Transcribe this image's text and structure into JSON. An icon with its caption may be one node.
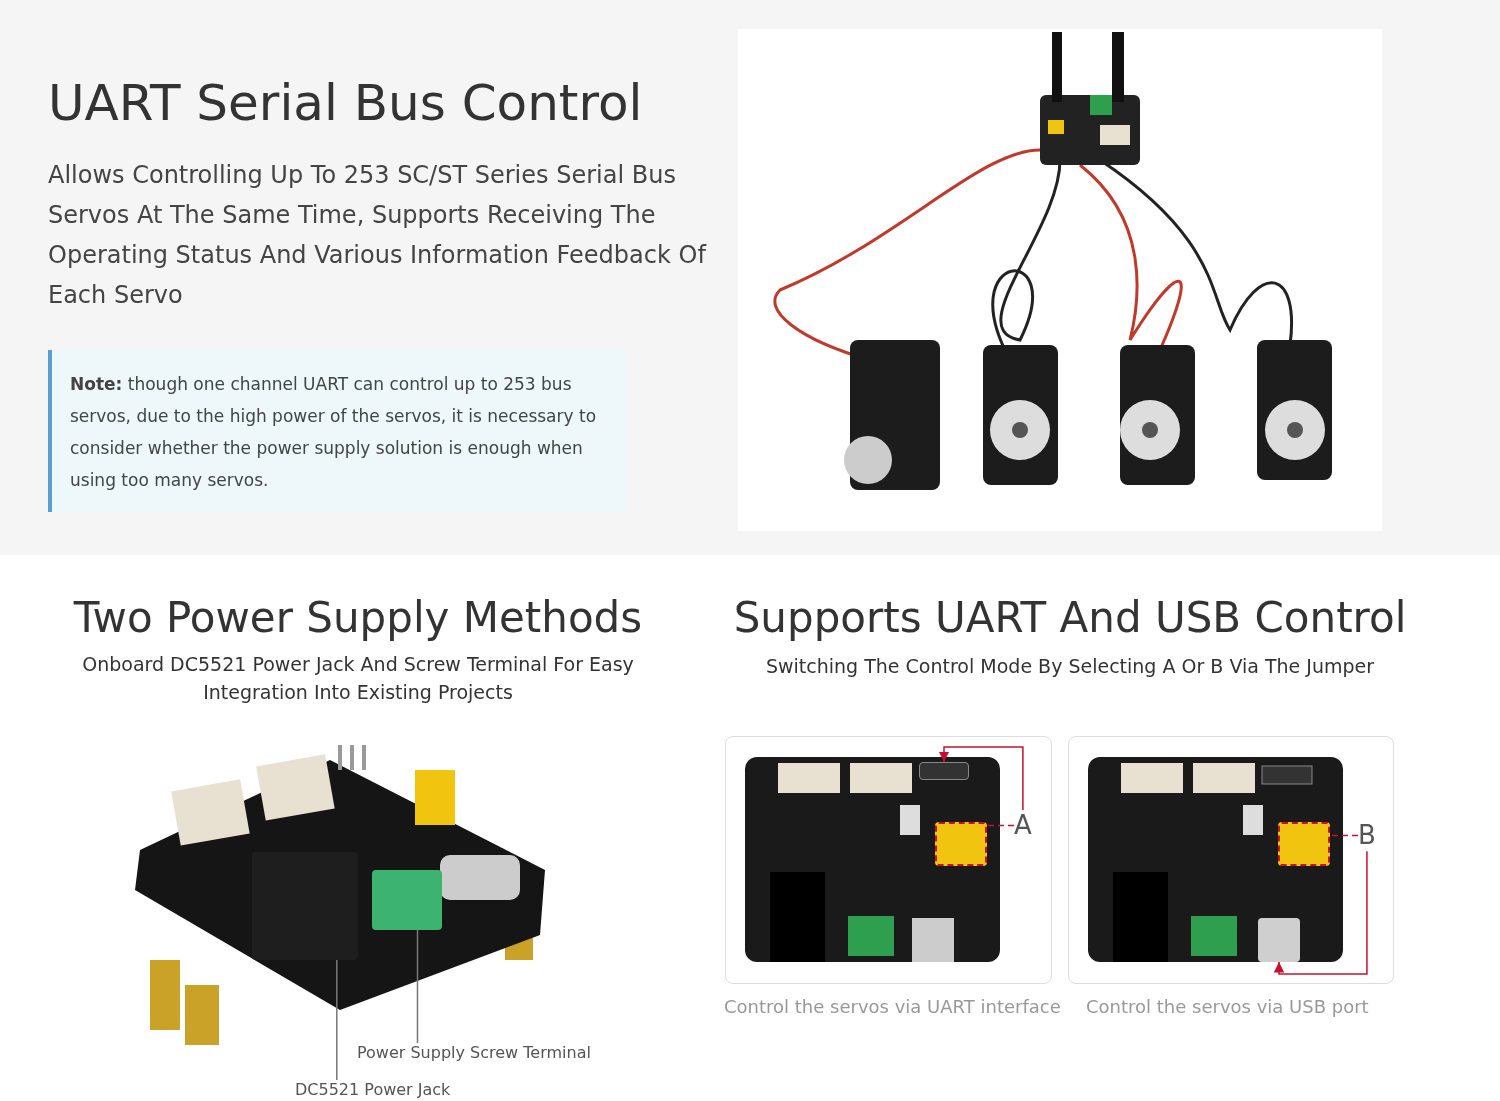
{
  "diagram": {
    "nodes": [
      {
        "text": [
          "Power Supply Screw Terminal"
        ]
      },
      {
        "text": [],
        "shape": "box"
      },
      {
        "text": [
          "DC5521 Power Jack"
        ]
      },
      {
        "text": [],
        "shape": "box"
      },
      {
        "text": [
          "A"
        ]
      },
      {
        "text": [],
        "shape": "box"
      },
      {
        "text": [],
        "shape": "box"
      },
      {
        "text": [
          "B"
        ]
      },
      {
        "text": [],
        "shape": "box"
      },
      {
        "text": [],
        "shape": "box"
      }
    ],
    "edges": [
      {
        "from": 0,
        "to": 1,
        "arrow": "none",
        "color": "#777777"
      },
      {
        "from": 2,
        "to": 3,
        "arrow": "none",
        "color": "#777777"
      },
      {
        "from": 4,
        "to": 5,
        "arrow": "none",
        "style": "dashed"
      },
      {
        "from": 4,
        "to": 6,
        "arrow": "to"
      },
      {
        "from": 7,
        "to": 8,
        "arrow": "none",
        "style": "dashed"
      },
      {
        "from": 7,
        "to": 9,
        "arrow": "to"
      }
    ],
    "labels": [
      "UART Serial Bus Control",
      "Allows Controlling Up To 253 SC/ST Series Serial Bus Servos At The Same Time, Supports Receiving The Operating Status And Various Information Feedback Of Each Servo",
      "**Note:** though one channel UART can control up to 253 bus servos, due to the high power of the servos, it is necessary to consider whether the power supply solution is enough when using too many servos.",
      "Two Power Supply Methods",
      "Onboard DC5521 Power Jack And Screw Terminal For Easy Integration Into Existing Projects",
      "Supports UART And USB Control",
      "Switching The Control Mode By Selecting A Or B Via The Jumper",
      "Control the servos via UART interface",
      "Control the servos via USB port"
    ]
  }
}
